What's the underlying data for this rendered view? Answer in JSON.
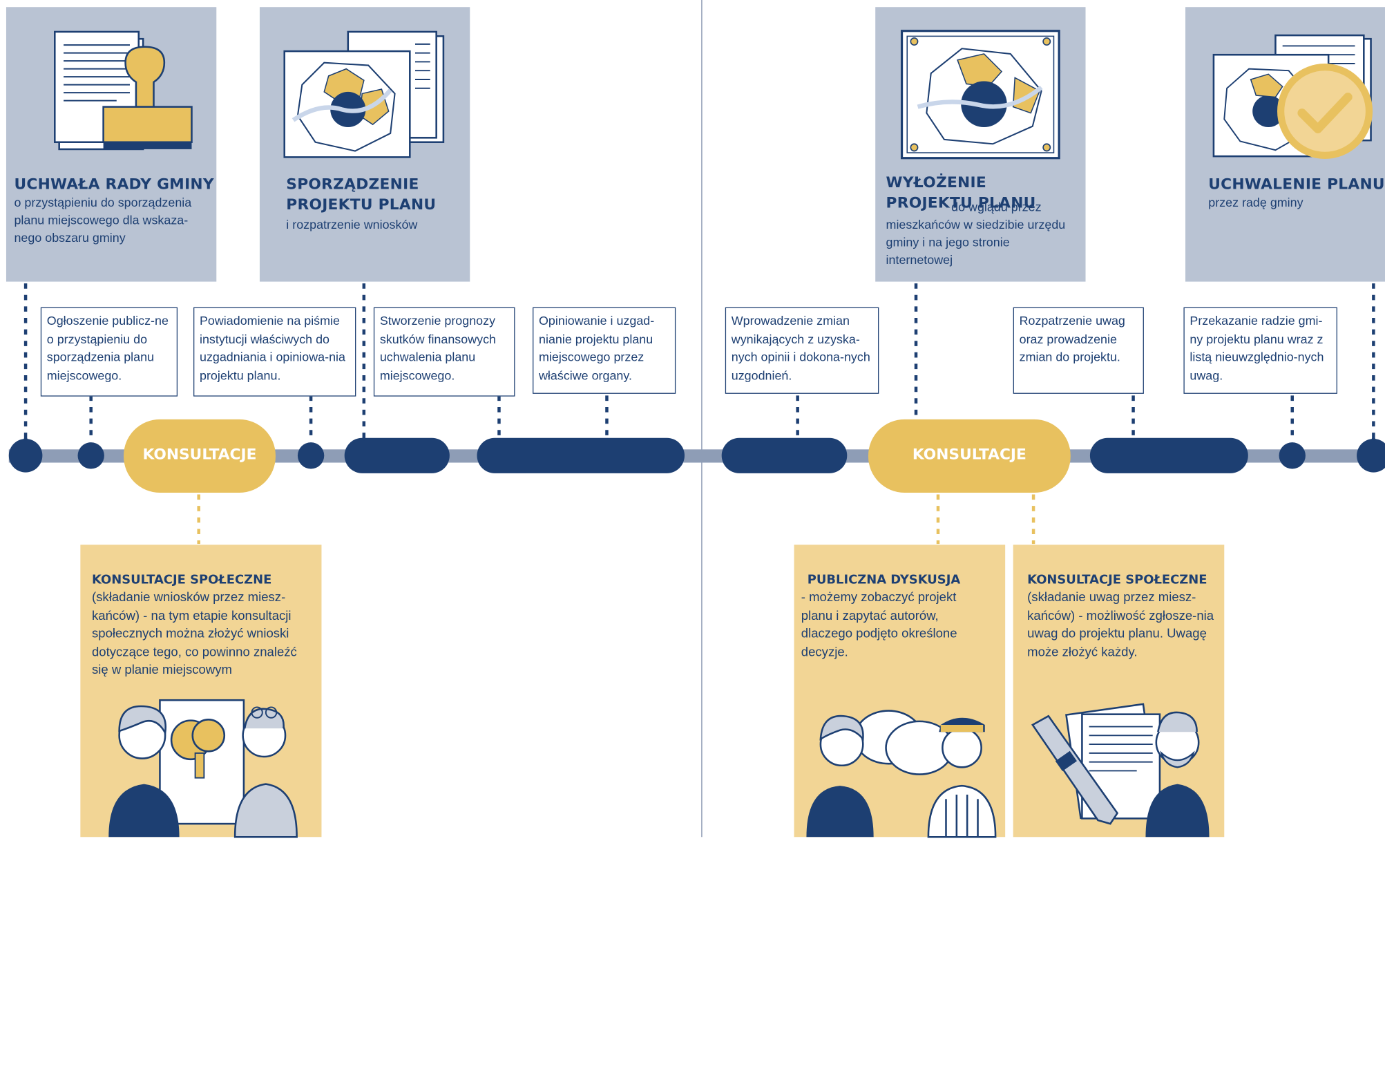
{
  "stages": [
    {
      "title": "UCHWAŁA RADY GMINY",
      "desc": "o przystąpieniu do sporządzenia planu miejscowego dla wskaza-nego obszaru gminy"
    },
    {
      "title": "SPORZĄDZENIE PROJEKTU PLANU",
      "desc": "i rozpatrzenie wniosków"
    },
    {
      "title": "WYŁOŻENIE PROJEKTU PLANU",
      "desc": "do wglądu przez mieszkańców w siedzibie urzędu gminy i na jego stronie internetowej"
    },
    {
      "title": "UCHWALENIE PLANU",
      "desc": "przez radę gminy"
    }
  ],
  "notes": [
    "Ogłoszenie publicz-ne o przystąpieniu do sporządzenia planu miejscowego.",
    "Powiadomienie na piśmie instytucji właściwych do uzgadniania i opiniowa-nia projektu planu.",
    "Stworzenie prognozy skutków finansowych uchwalenia planu miejscowego.",
    "Opiniowanie i uzgad-nianie projektu planu miejscowego przez właściwe organy.",
    "Wprowadzenie zmian wynikających z uzyska-nych opinii i dokona-nych uzgodnień.",
    "Rozpatrzenie uwag oraz prowadzenie zmian do projektu.",
    "Przekazanie radzie gmi-ny projektu planu wraz z listą nieuwzględnio-nych uwag."
  ],
  "consult_labels": [
    "KONSULTACJE",
    "KONSULTACJE"
  ],
  "consult_boxes": [
    {
      "title": "KONSULTACJE SPOŁECZNE",
      "text": "(składanie wniosków przez miesz-kańców) - na tym etapie konsultacji społecznych można złożyć wnioski dotyczące tego, co powinno znaleźć się w planie miejscowym"
    },
    {
      "title": "PUBLICZNA DYSKUSJA",
      "text": "- możemy zobaczyć projekt planu i zapytać autorów, dlaczego podjęto określone decyzje."
    },
    {
      "title": "KONSULTACJE SPOŁECZNE",
      "text": "(składanie uwag przez miesz-kańców) - możliwość zgłosze-nia uwag do projektu planu. Uwagę może złożyć każdy."
    }
  ],
  "colors": {
    "navy": "#1d3f72",
    "gray_blue": "#b9c3d3",
    "yellow": "#e8c15f",
    "light_yellow": "#f2d595",
    "line": "#8e9db6"
  }
}
